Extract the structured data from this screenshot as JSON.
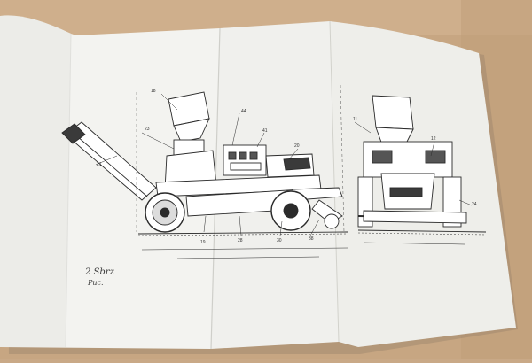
{
  "photo": {
    "subject_label_line1": "2 Sbrz",
    "subject_label_line2": "Puc.",
    "callouts": [
      "18",
      "23",
      "21",
      "44",
      "41",
      "20",
      "19",
      "28",
      "11",
      "12",
      "30",
      "38",
      "24"
    ]
  },
  "colors": {
    "table": "#c9a987",
    "paper": "#f1f1ee",
    "ink": "#2b2b2b"
  }
}
